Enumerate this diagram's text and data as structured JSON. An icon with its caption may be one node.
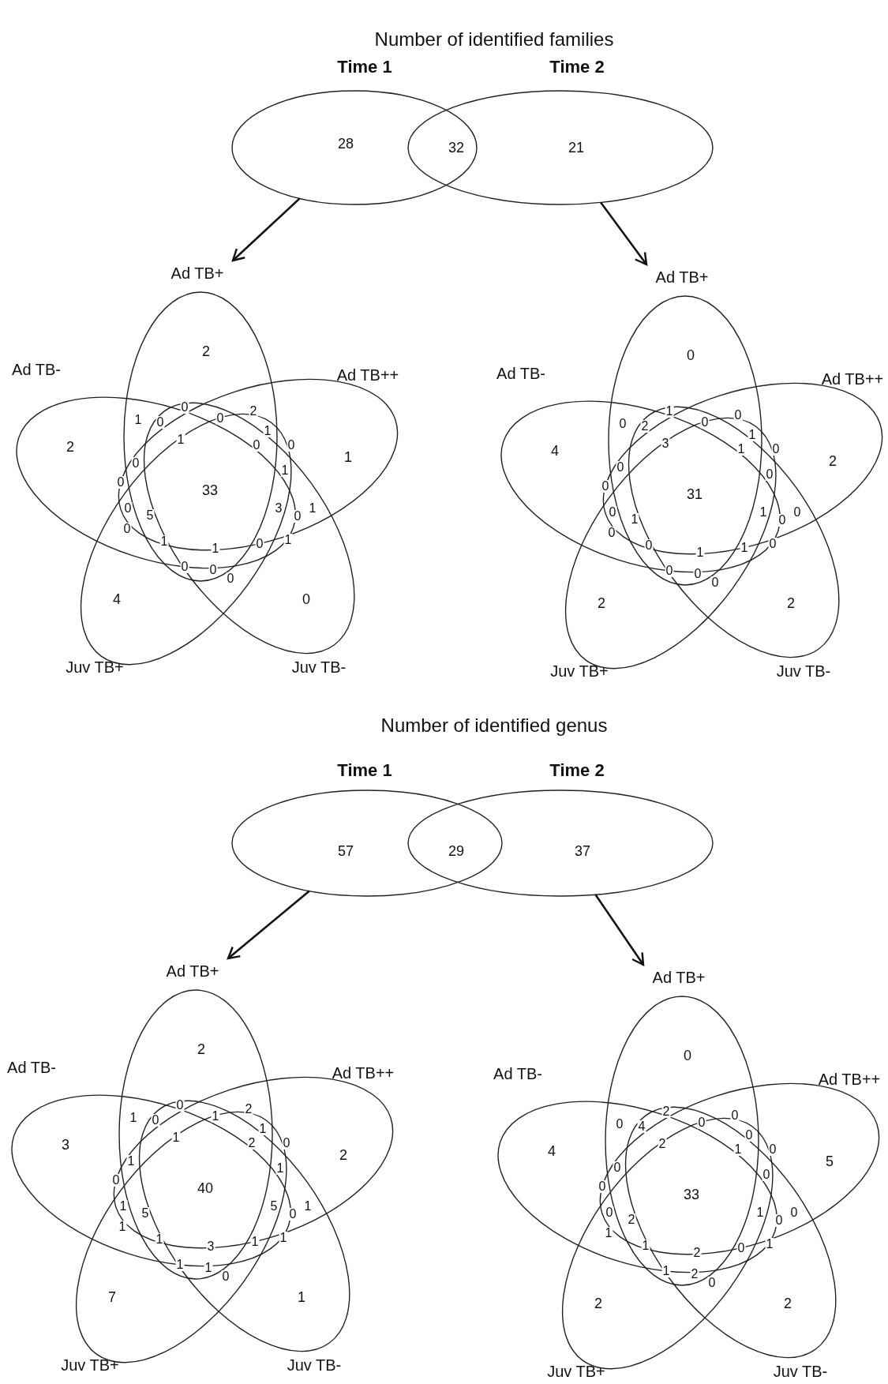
{
  "diagram": {
    "nodes": [
      {
        "text": [
          "Time 1"
        ]
      },
      {
        "text": [
          "Time 2"
        ]
      },
      {
        "text": [
          "Ad TB+"
        ]
      },
      {
        "text": [
          "Ad TB-"
        ]
      },
      {
        "text": [
          "Ad TB++"
        ]
      },
      {
        "text": [
          "Juv TB+"
        ]
      },
      {
        "text": [
          "Juv TB-"
        ]
      },
      {
        "text": [
          "Ad TB+"
        ]
      },
      {
        "text": [
          "Ad TB-"
        ]
      },
      {
        "text": [
          "Ad TB++"
        ]
      },
      {
        "text": [
          "Juv TB+"
        ]
      },
      {
        "text": [
          "Juv TB-"
        ]
      },
      {
        "text": [
          "Time 1"
        ]
      },
      {
        "text": [
          "Time 2"
        ]
      },
      {
        "text": [
          "Ad TB+"
        ]
      },
      {
        "text": [
          "Ad TB-"
        ]
      },
      {
        "text": [
          "Ad TB++"
        ]
      },
      {
        "text": [
          "Juv TB+"
        ]
      },
      {
        "text": [
          "Juv TB-"
        ]
      },
      {
        "text": [
          "Ad TB+"
        ]
      },
      {
        "text": [
          "Ad TB-"
        ]
      },
      {
        "text": [
          "Ad TB++"
        ]
      },
      {
        "text": [
          "Juv TB+"
        ]
      },
      {
        "text": [
          "Juv TB-"
        ]
      }
    ],
    "edges": [
      {
        "from": 0,
        "to": 2,
        "arrow": "to"
      },
      {
        "from": 1,
        "to": 7,
        "arrow": "to"
      },
      {
        "from": 12,
        "to": 14,
        "arrow": "to"
      },
      {
        "from": 13,
        "to": 19,
        "arrow": "to"
      }
    ],
    "labels": [
      "Number of identified families",
      "28",
      "32",
      "21",
      "2",
      "2",
      "1",
      "4",
      "0",
      "1",
      "0",
      "0",
      "0",
      "2",
      "1",
      "1",
      "0",
      "0",
      "0",
      "1",
      "0",
      "33",
      "0",
      "5",
      "3",
      "0",
      "1",
      "0",
      "1",
      "1",
      "0",
      "1",
      "0",
      "0",
      "0",
      "0",
      "4",
      "2",
      "2",
      "2",
      "0",
      "2",
      "1",
      "0",
      "0",
      "1",
      "3",
      "1",
      "0",
      "0",
      "0",
      "0",
      "31",
      "0",
      "1",
      "1",
      "0",
      "0",
      "0",
      "0",
      "1",
      "1",
      "0",
      "0",
      "0",
      "0",
      "Number of identified genus",
      "57",
      "29",
      "37",
      "2",
      "3",
      "2",
      "7",
      "1",
      "1",
      "0",
      "0",
      "1",
      "2",
      "1",
      "1",
      "2",
      "0",
      "1",
      "1",
      "0",
      "40",
      "1",
      "5",
      "5",
      "0",
      "1",
      "1",
      "1",
      "3",
      "1",
      "1",
      "1",
      "1",
      "0",
      "0",
      "4",
      "5",
      "2",
      "2",
      "0",
      "4",
      "2",
      "0",
      "0",
      "0",
      "2",
      "1",
      "0",
      "0",
      "0",
      "0",
      "33",
      "0",
      "2",
      "1",
      "0",
      "0",
      "1",
      "1",
      "2",
      "0",
      "1",
      "1",
      "2",
      "0"
    ]
  }
}
